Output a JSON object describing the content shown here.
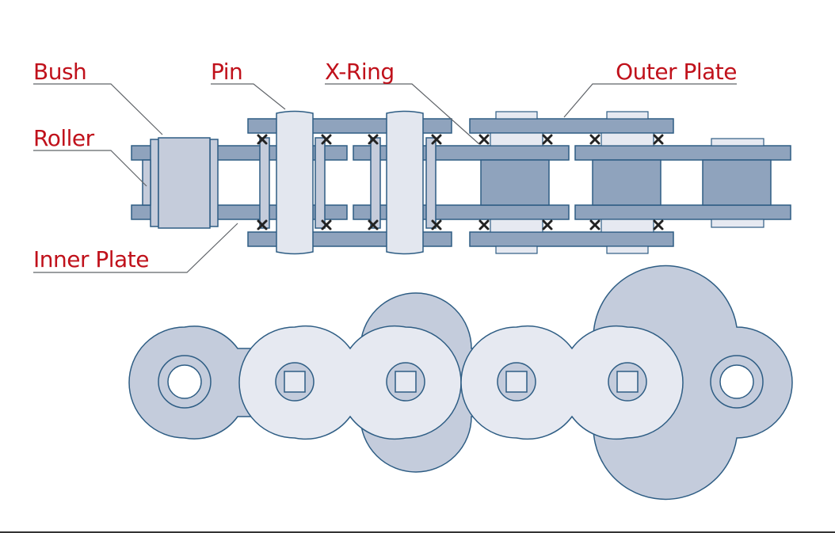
{
  "labels": {
    "bush": "Bush",
    "pin": "Pin",
    "x_ring": "X-Ring",
    "outer_plate": "Outer Plate",
    "roller": "Roller",
    "inner_plate": "Inner Plate"
  },
  "colors": {
    "label_text": "#c0111b",
    "leader_line": "#5f6368",
    "stroke": "#2e5d84",
    "plate_fill": "#8fa3bd",
    "pin_fill": "#e3e7ef",
    "roller_fill": "#c5ccdb",
    "outer_link_fill": "#e6e9f1",
    "inner_link_fill": "#c4ccdc",
    "xring_mark": "#222222"
  }
}
